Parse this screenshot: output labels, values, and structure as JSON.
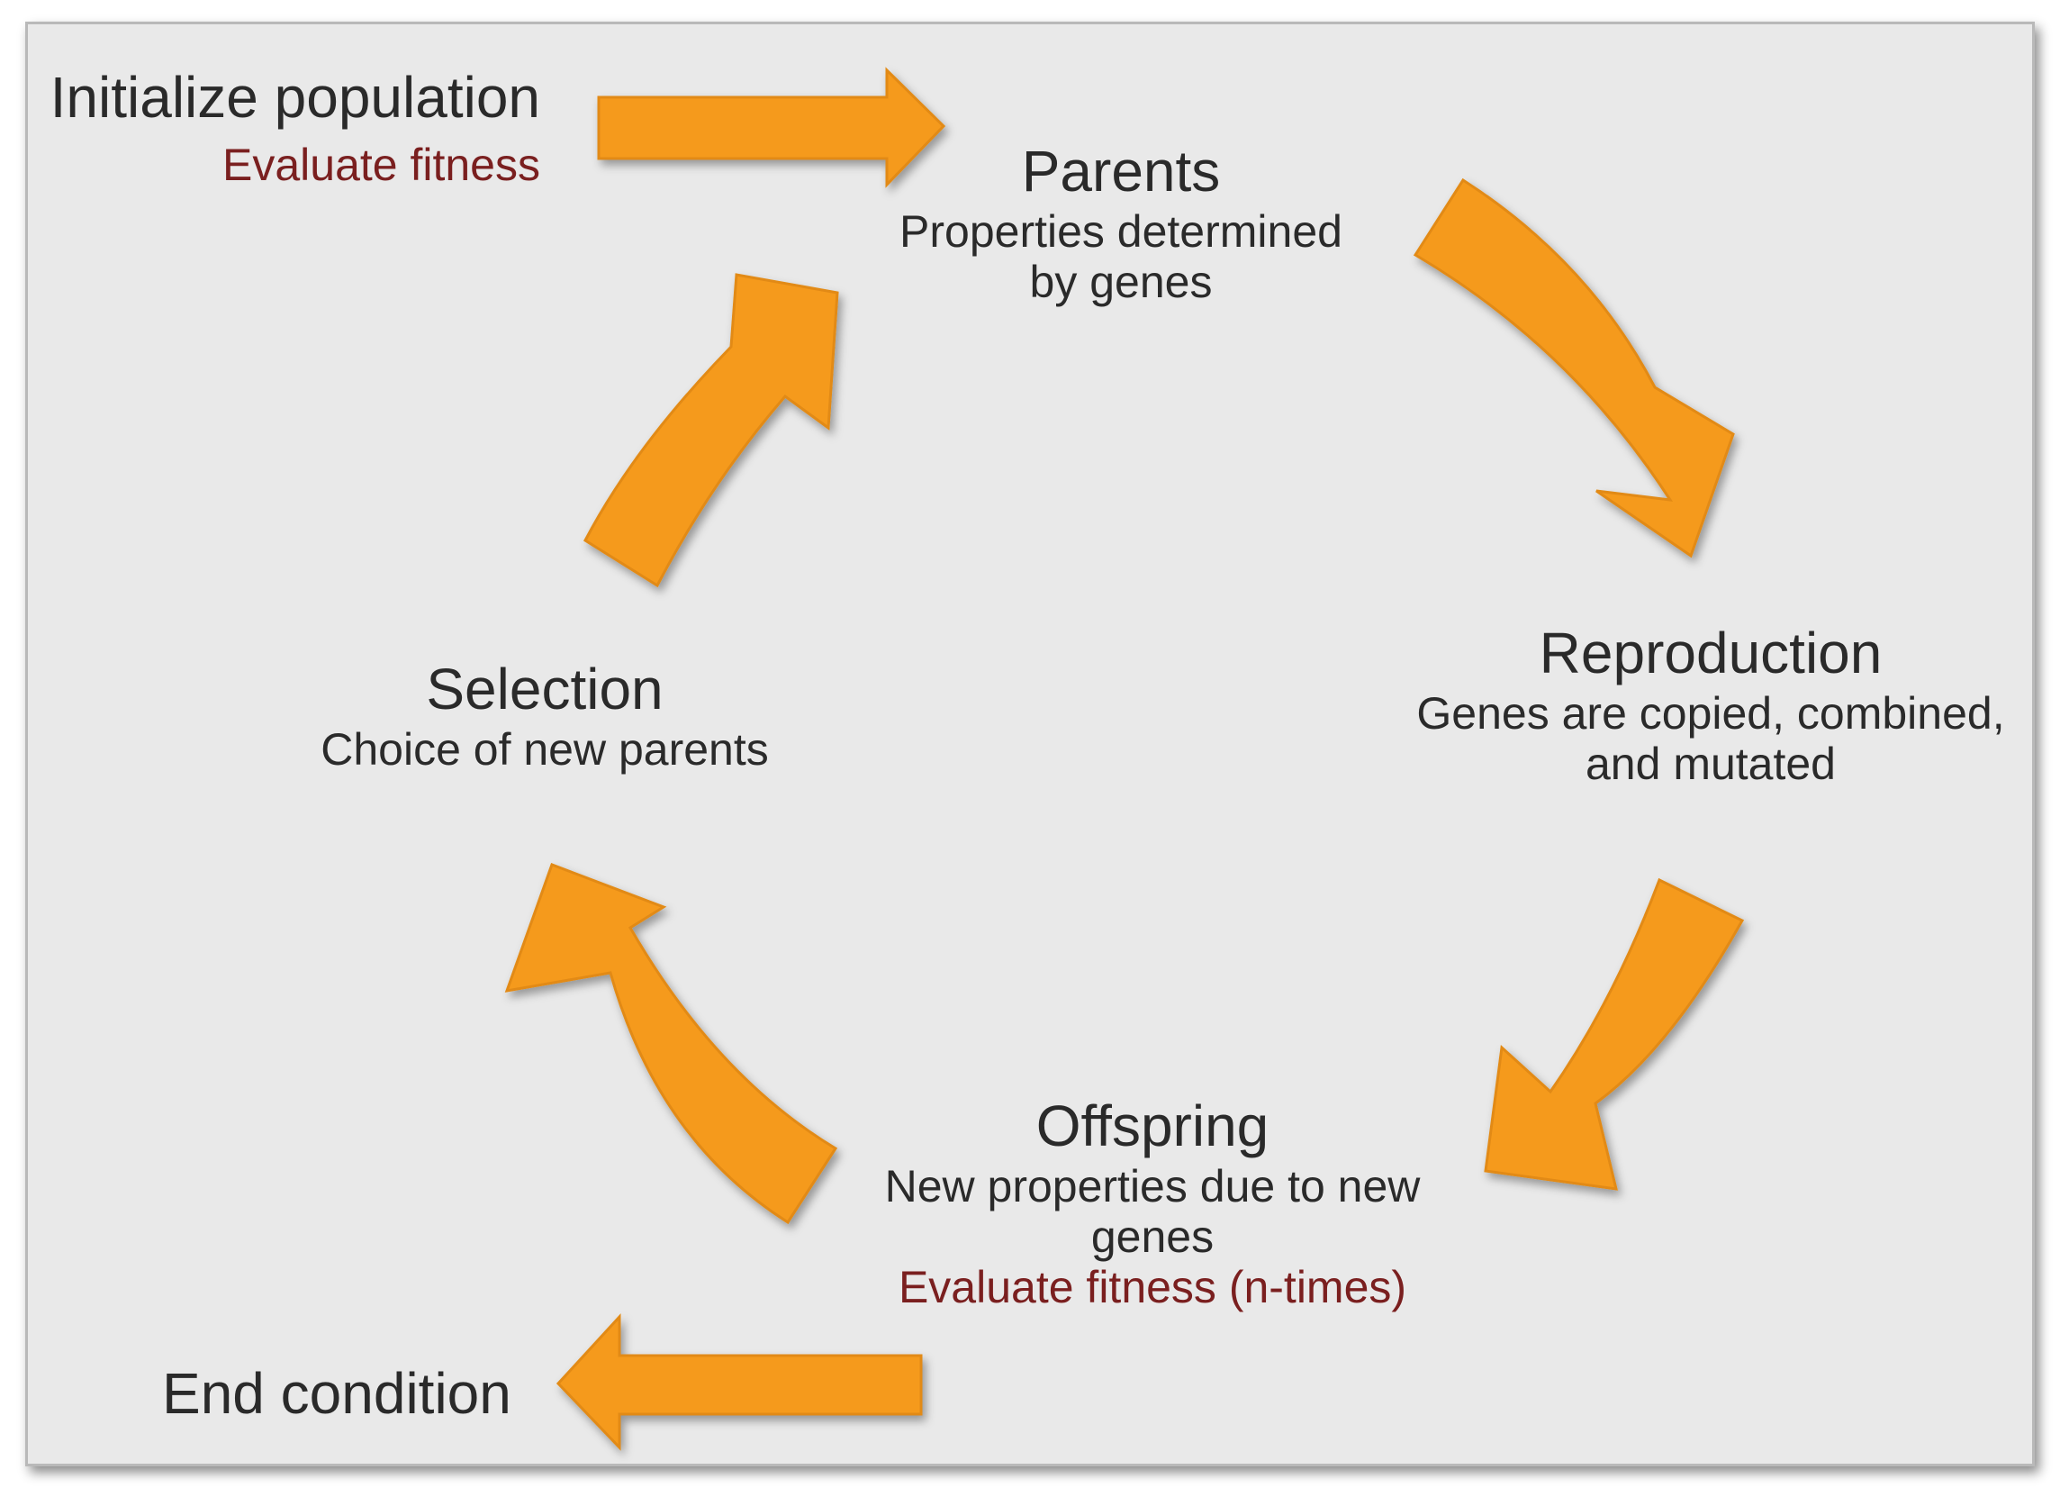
{
  "diagram": {
    "init": {
      "title": "Initialize population",
      "note": "Evaluate fitness"
    },
    "parents": {
      "title": "Parents",
      "line1": "Properties determined",
      "line2": "by genes"
    },
    "reproduction": {
      "title": "Reproduction",
      "line1": "Genes are copied, combined,",
      "line2": "and mutated"
    },
    "offspring": {
      "title": "Offspring",
      "line1": "New properties due to new",
      "line2": "genes",
      "note": "Evaluate fitness (n-times)"
    },
    "selection": {
      "title": "Selection",
      "line1": "Choice of new parents"
    },
    "end": {
      "title": "End condition"
    }
  },
  "colors": {
    "arrow": "#f59a1e",
    "arrow_edge": "#e28a12",
    "note": "#7a1f1f",
    "text": "#2a2a2a",
    "background": "#e9e9e9"
  }
}
